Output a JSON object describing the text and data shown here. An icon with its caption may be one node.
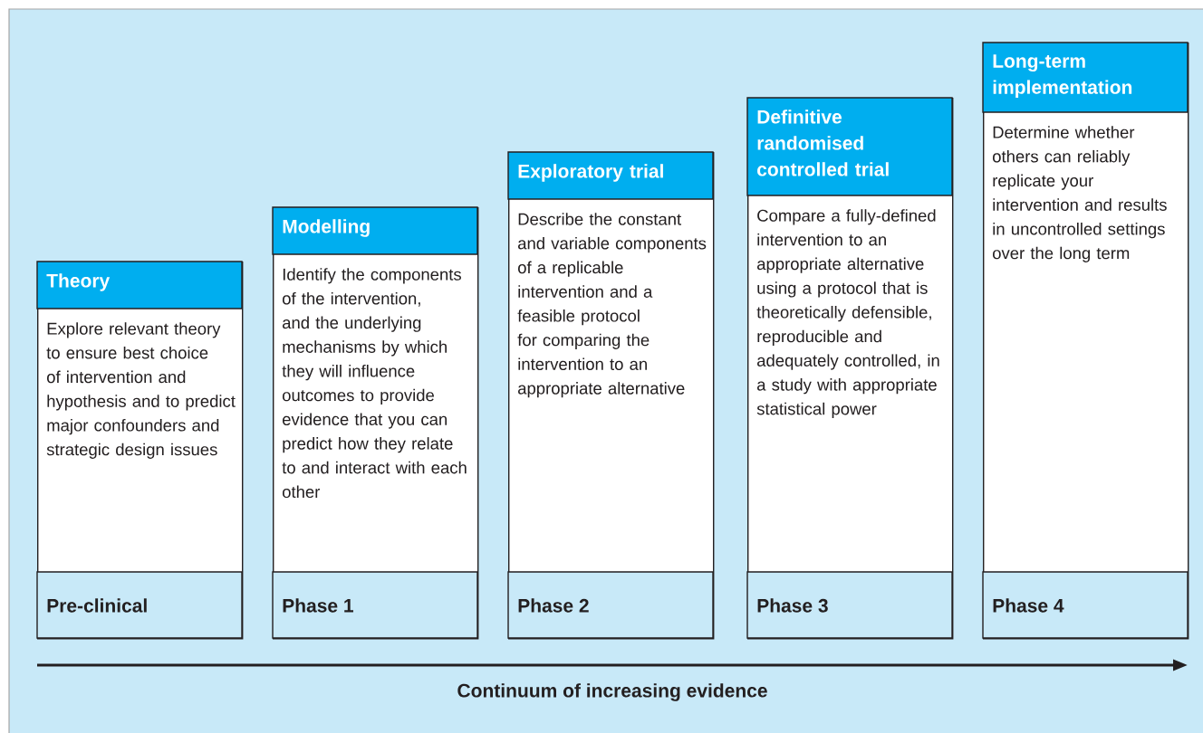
{
  "diagram": {
    "nodes": [
      {
        "text": [
          "Theory",
          "Explore relevant theory to ensure best choice of intervention and hypothesis and to predict major confounders and strategic design issues",
          "Pre-clinical"
        ]
      },
      {
        "text": [
          "Modelling",
          "Identify the components of the intervention, and the underlying mechanisms by which they will influence outcomes to provide evidence that you can predict how they relate to and interact with each other",
          "Phase 1"
        ]
      },
      {
        "text": [
          "Exploratory trial",
          "Describe the constant and variable components of a replicable intervention and a feasible protocol for comparing the intervention to an appropriate alternative",
          "Phase 2"
        ]
      },
      {
        "text": [
          "Definitive randomised controlled trial",
          "Compare a fully-defined intervention to an appropriate alternative using a protocol that is theoretically defensible, reproducible and adequately controlled, in a study with appropriate statistical power",
          "Phase 3"
        ]
      },
      {
        "text": [
          "Long-term implementation",
          "Determine whether others can reliably replicate your intervention and results in uncontrolled settings over the long term",
          "Phase 4"
        ]
      }
    ],
    "labels": [
      "Continuum of increasing evidence"
    ]
  }
}
